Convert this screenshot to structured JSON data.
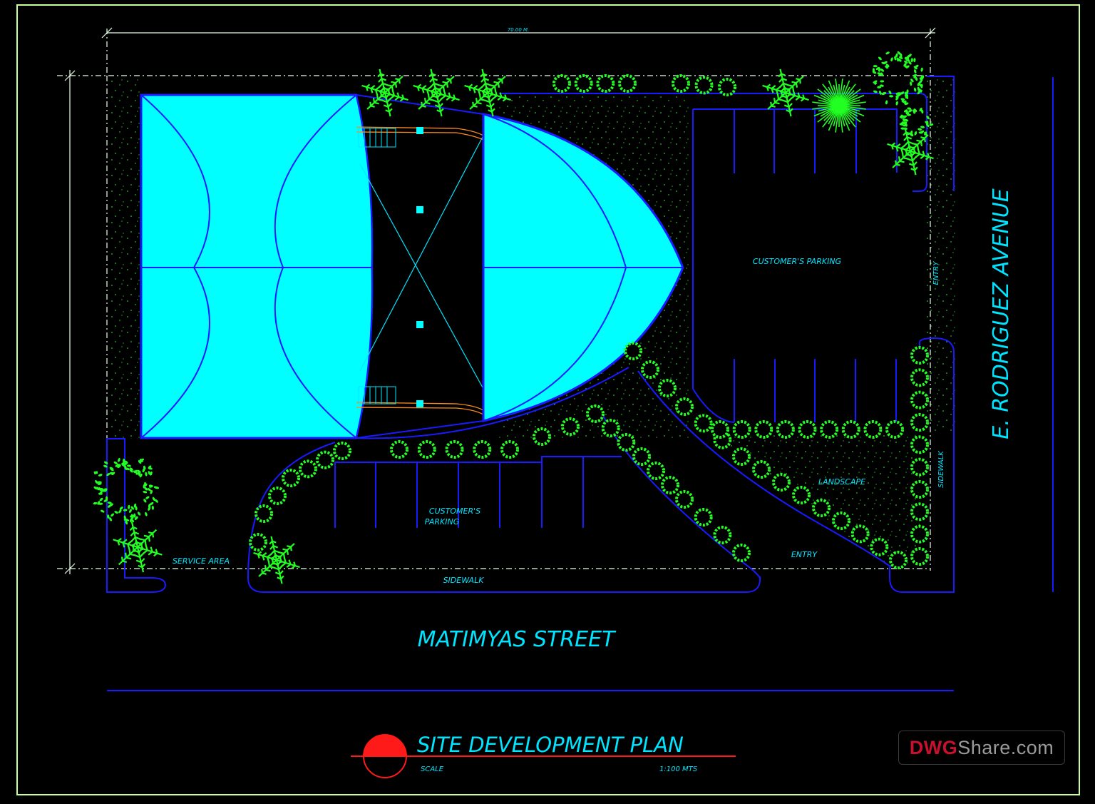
{
  "drawing": {
    "title": "SITE DEVELOPMENT PLAN",
    "scale_label": "SCALE",
    "scale_value": "1:100 MTS",
    "dimension_top": "70.00 M."
  },
  "streets": {
    "south": "MATIMYAS STREET",
    "east": "E. RODRIGUEZ AVENUE"
  },
  "labels": {
    "parking_east": "CUSTOMER'S PARKING",
    "parking_south_1": "CUSTOMER'S",
    "parking_south_2": "PARKING",
    "entry_east": "ENTRY",
    "entry_south": "ENTRY",
    "sidewalk_south": "SIDEWALK",
    "sidewalk_east": "SIDEWALK",
    "landscape": "LANDSCAPE",
    "service_area": "SERVICE AREA"
  },
  "watermark": {
    "part1": "DWG",
    "part2": "Share.com"
  },
  "colors": {
    "background": "#000000",
    "frame": "#c8ff9a",
    "building_fill": "#00ffff",
    "line_blue": "#1a1aff",
    "label_cyan": "#00e5ff",
    "tree_green": "#22ff22",
    "title_red": "#ff1a1a",
    "dim_white": "#e8ffe8"
  }
}
